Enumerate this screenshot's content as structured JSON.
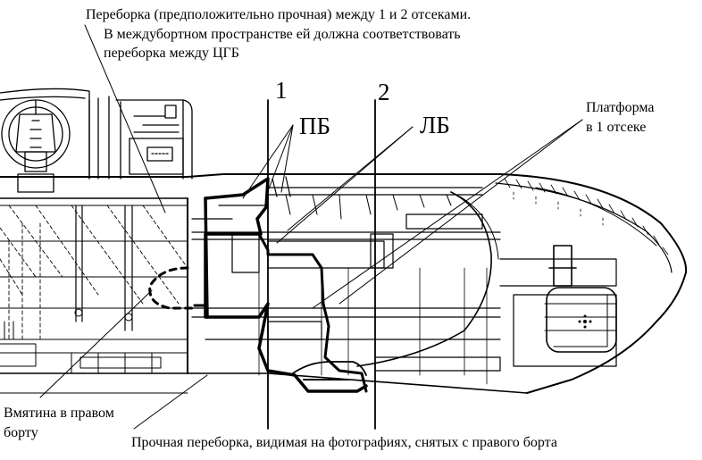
{
  "labels": {
    "bulkhead_note_line1": "Переборка (предположительно прочная) между 1 и 2 отсеками.",
    "bulkhead_note_line2": "В междубортном пространстве ей должна соответствовать",
    "bulkhead_note_line3": "переборка между ЦГБ",
    "marker_1": "1",
    "marker_2": "2",
    "pb": "ПБ",
    "lb": "ЛБ",
    "platform_line1": "Платформа",
    "platform_line2": "в 1 отсеке",
    "dent_line1": "Вмятина в правом",
    "dent_line2": "борту",
    "bottom_caption": "Прочная переборка, видимая на фотографиях, снятых с правого борта"
  },
  "colors": {
    "ink": "#000000",
    "paper": "#ffffff"
  }
}
